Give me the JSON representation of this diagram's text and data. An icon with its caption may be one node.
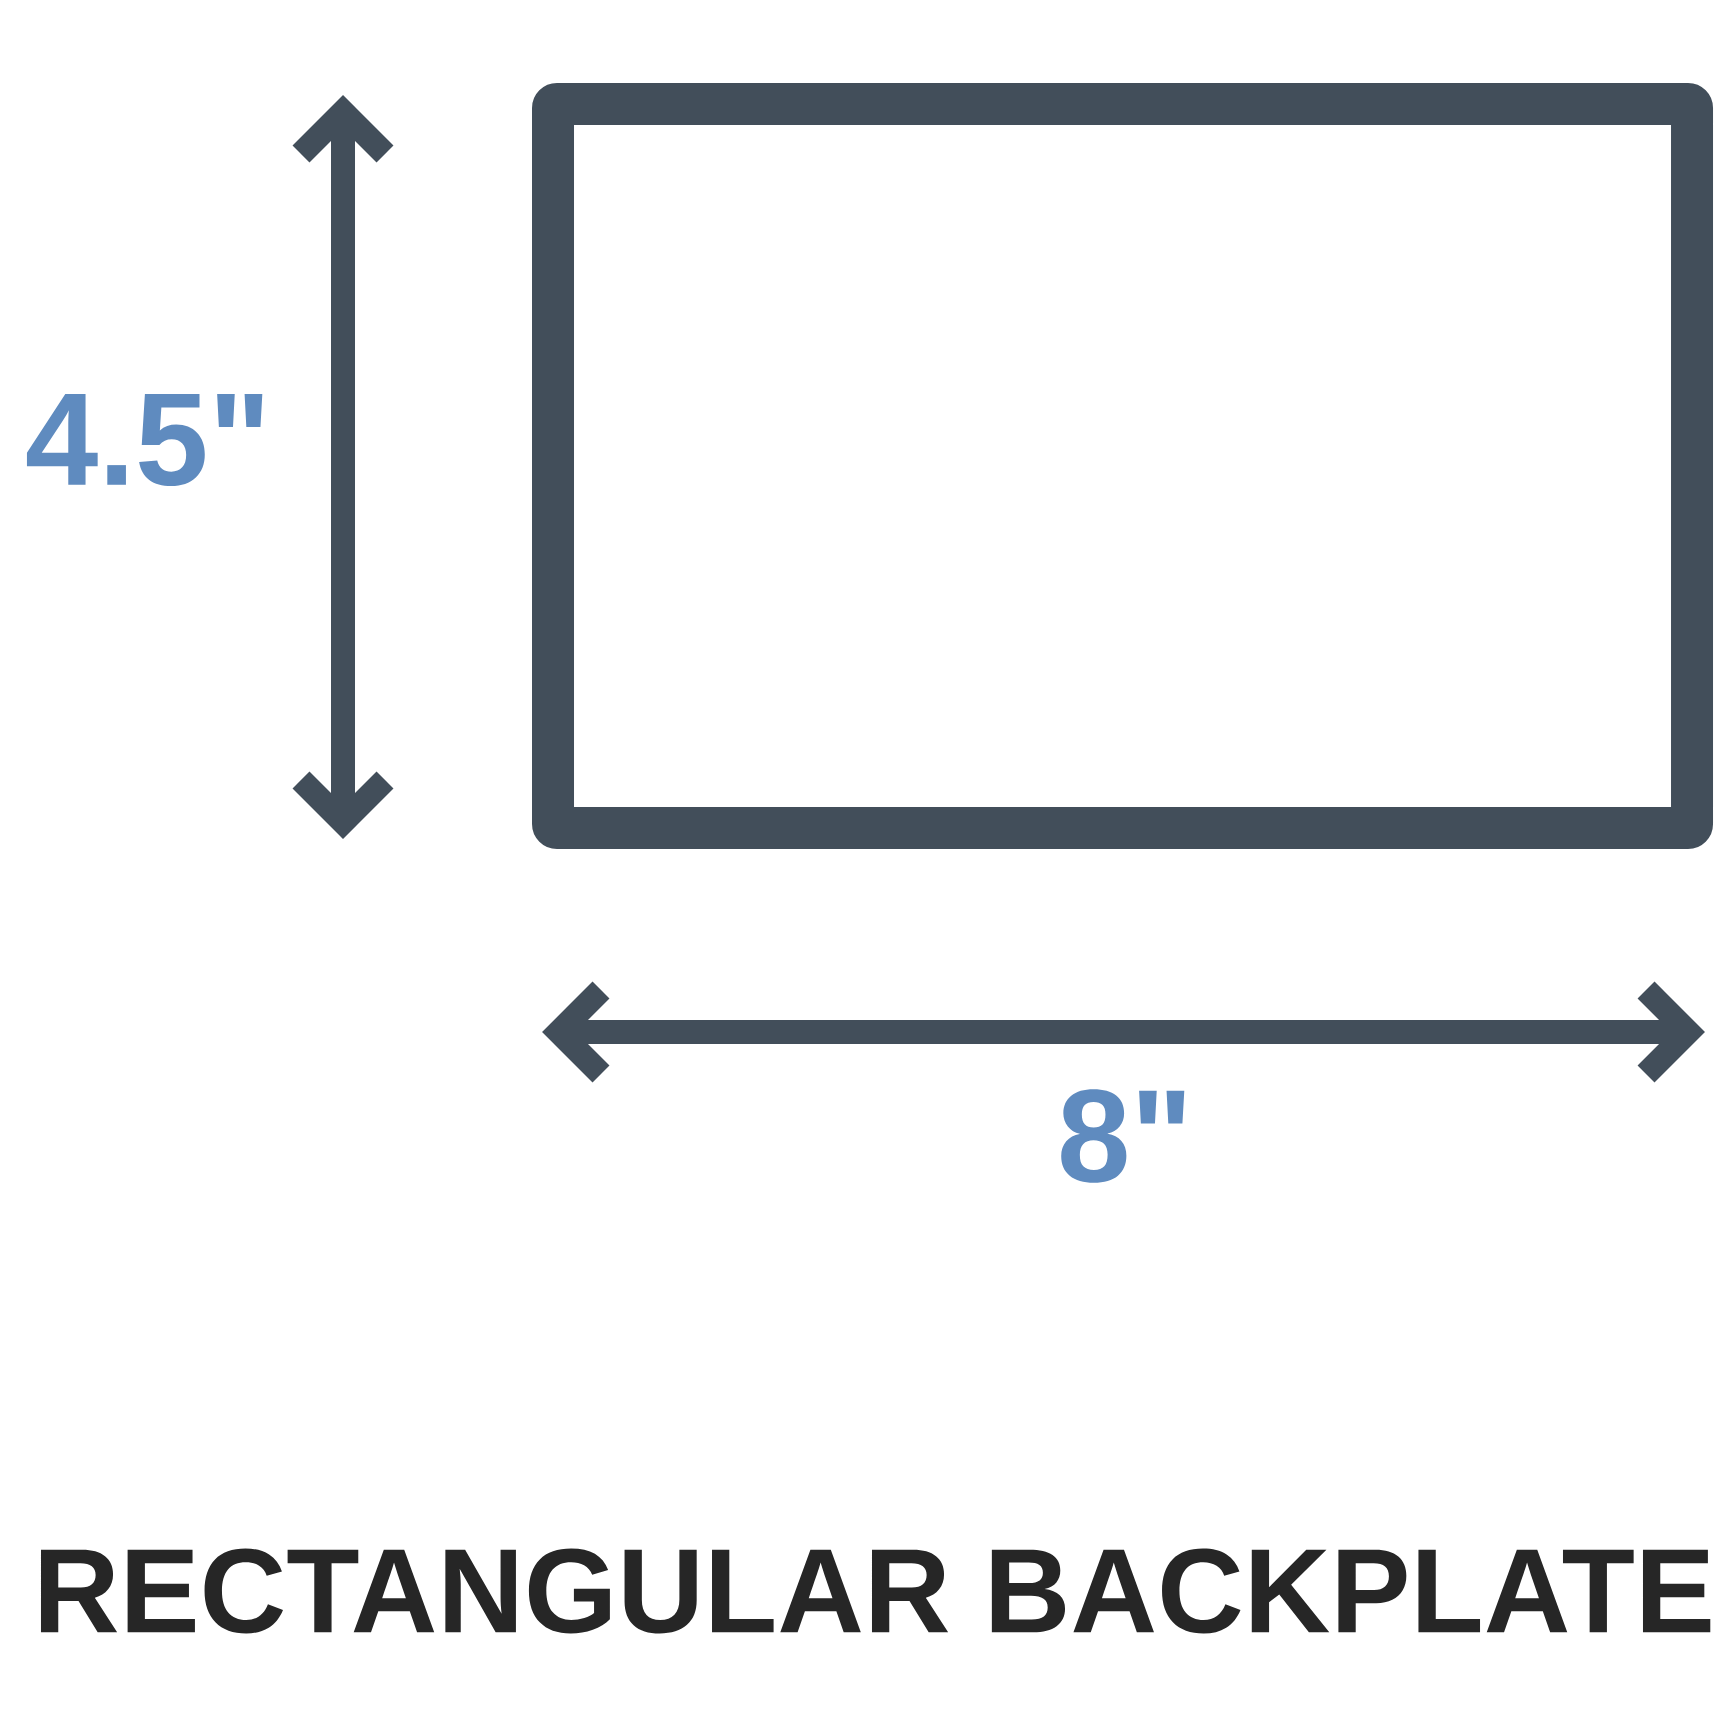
{
  "diagram": {
    "caption": "RECTANGULAR BACKPLATE",
    "nodes": [
      {
        "text": [],
        "shape": "box"
      }
    ],
    "labels": [
      "4.5\"",
      "8\""
    ]
  }
}
